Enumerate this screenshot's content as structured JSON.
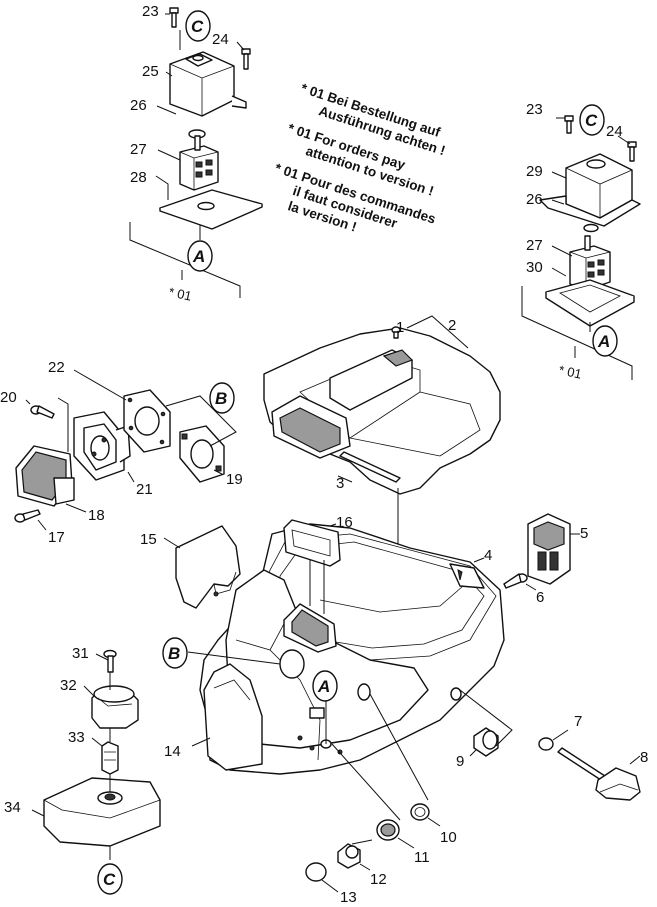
{
  "notes": {
    "de_1": "* 01 Bei Bestellung auf",
    "de_2": "Ausführung achten !",
    "en_1": "* 01 For orders pay",
    "en_2": "attention to version !",
    "fr_1": "* 01 Pour des commandes",
    "fr_2": "il faut considerer",
    "fr_3": "la version !"
  },
  "version_marks": {
    "left": "* 01",
    "right": "* 01"
  },
  "callouts": {
    "a": "A",
    "b": "B",
    "c": "C"
  },
  "parts": {
    "p1": "1",
    "p2": "2",
    "p3": "3",
    "p4": "4",
    "p5": "5",
    "p6": "6",
    "p7": "7",
    "p8": "8",
    "p9": "9",
    "p10": "10",
    "p11": "11",
    "p12": "12",
    "p13": "13",
    "p14": "14",
    "p15": "15",
    "p16": "16",
    "p17": "17",
    "p18": "18",
    "p19": "19",
    "p20": "20",
    "p21": "21",
    "p22": "22",
    "p23": "23",
    "p24": "24",
    "p25": "25",
    "p26": "26",
    "p27": "27",
    "p28": "28",
    "p29": "29",
    "p30": "30",
    "p31": "31",
    "p32": "32",
    "p33": "33",
    "p34": "34"
  }
}
